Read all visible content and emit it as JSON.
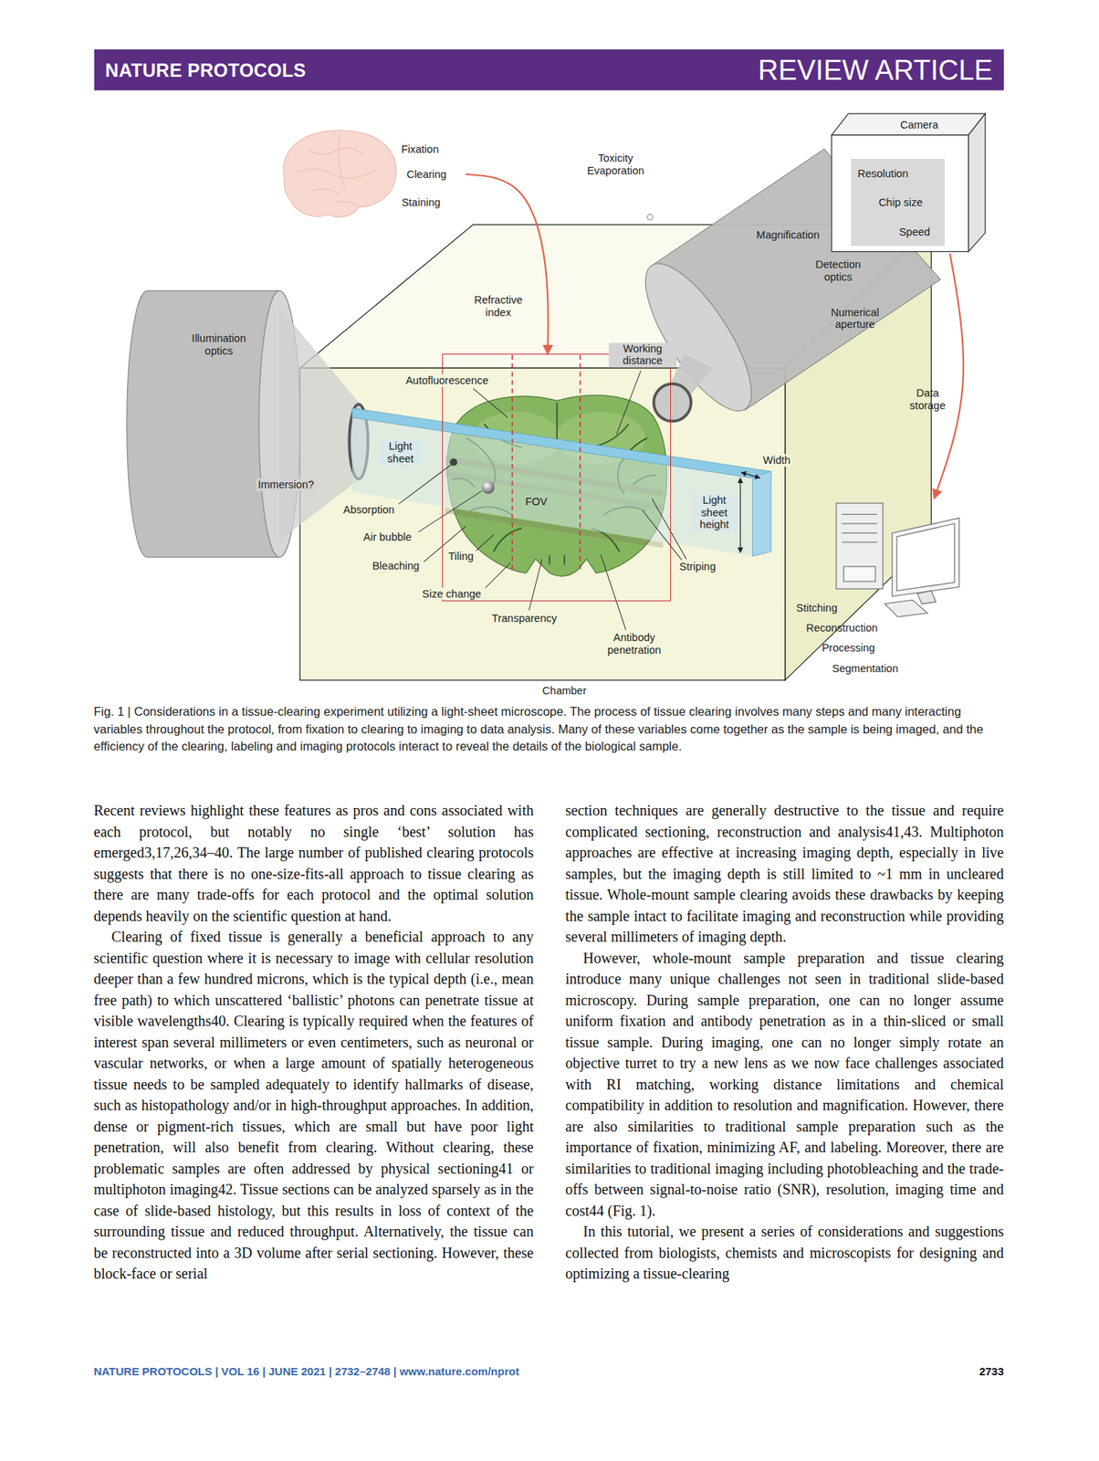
{
  "diagram": {
    "caption": "Fig. 1 | Considerations in a tissue-clearing experiment utilizing a light-sheet microscope. The process of tissue clearing involves many steps and many interacting variables throughout the protocol, from fixation to clearing to imaging to data analysis. Many of these variables come together as the sample is being imaged, and the efficiency of the clearing, labeling and imaging protocols interact to reveal the details of the biological sample.",
    "nodes": [
      {
        "text": [
          "Fixation",
          "Clearing",
          "Staining"
        ]
      },
      {
        "text": [
          "Chamber"
        ]
      },
      {
        "text": [
          "FOV"
        ],
        "in": 1
      },
      {
        "text": [
          "Camera"
        ]
      },
      {
        "text": [
          "Resolution",
          "Chip size",
          "Speed"
        ],
        "in": 3
      },
      {
        "text": [
          "Stitching",
          "Reconstruction",
          "Processing",
          "Segmentation"
        ]
      }
    ],
    "edges": [
      {
        "from": 0,
        "to": 2,
        "arrow": "to"
      },
      {
        "from": 3,
        "to": 5,
        "label": "Data storage",
        "arrow": "to"
      }
    ],
    "labels": [
      "NATURE PROTOCOLS",
      "REVIEW ARTICLE",
      "Illumination optics",
      "Toxicity Evaporation",
      "Refractive index",
      "Working distance",
      "Magnification",
      "Detection optics",
      "Numerical aperture",
      "Autofluorescence",
      "Light sheet",
      "Immersion?",
      "Width",
      "Light sheet height",
      "Absorption",
      "Air bubble",
      "Bleaching",
      "Tiling",
      "Striping",
      "Size change",
      "Transparency",
      "Antibody penetration",
      "Recent reviews highlight these features as pros and cons associated with each protocol, but notably no single ‘best’ solution has emerged3,17,26,34–40. The large number of published clearing protocols suggests that there is no one-size-fits-all approach to tissue clearing as there are many trade-offs for each protocol and the optimal solution depends heavily on the scientific question at hand.",
      "Clearing of fixed tissue is generally a beneficial approach to any scientific question where it is necessary to image with cellular resolution deeper than a few hundred microns, which is the typical depth (i.e., mean free path) to which unscattered ‘ballistic’ photons can penetrate tissue at visible wavelengths40. Clearing is typically required when the features of interest span several millimeters or even centimeters, such as neuronal or vascular networks, or when a large amount of spatially heterogeneous tissue needs to be sampled adequately to identify hallmarks of disease, such as histopathology and/or in high-throughput approaches. In addition, dense or pigment-rich tissues, which are small but have poor light penetration, will also benefit from clearing. Without clearing, these problematic samples are often addressed by physical sectioning41 or multiphoton imaging42. Tissue sections can be analyzed sparsely as in the case of slide-based histology, but this results in loss of context of the surrounding tissue and reduced throughput. Alternatively, the tissue can be reconstructed into a 3D volume after serial sectioning. However, these block-face or serial",
      "section techniques are generally destructive to the tissue and require complicated sectioning, reconstruction and analysis41,43. Multiphoton approaches are effective at increasing imaging depth, especially in live samples, but the imaging depth is still limited to ~1 mm in uncleared tissue. Whole-mount sample clearing avoids these drawbacks by keeping the sample intact to facilitate imaging and reconstruction while providing several millimeters of imaging depth.",
      "However, whole-mount sample preparation and tissue clearing introduce many unique challenges not seen in traditional slide-based microscopy. During sample preparation, one can no longer assume uniform fixation and antibody penetration as in a thin-sliced or small tissue sample. During imaging, one can no longer simply rotate an objective turret to try a new lens as we now face challenges associated with RI matching, working distance limitations and chemical compatibility in addition to resolution and magnification. However, there are also similarities to traditional sample preparation such as the importance of fixation, minimizing AF, and labeling. Moreover, there are similarities to traditional imaging including photobleaching and the trade-offs between signal-to-noise ratio (SNR), resolution, imaging time and cost44 (Fig. 1).",
      "In this tutorial, we present a series of considerations and suggestions collected from biologists, chemists and microscopists for designing and optimizing a tissue-clearing",
      "NATURE PROTOCOLS | VOL 16 | JUNE 2021 | 2732–2748 | www.nature.com/nprot",
      "2733"
    ]
  }
}
